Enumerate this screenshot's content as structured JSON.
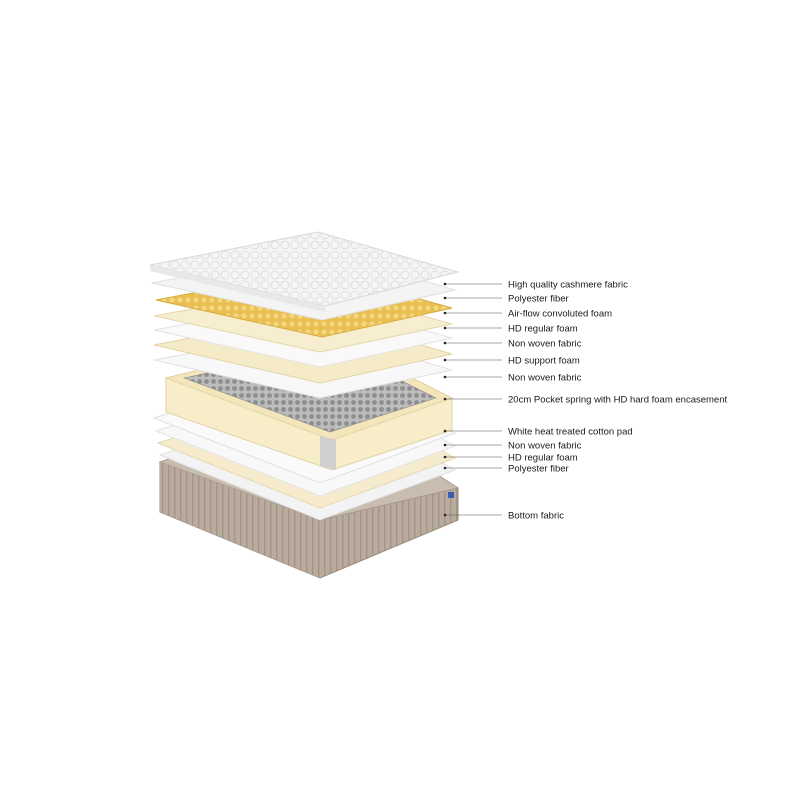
{
  "layers": [
    {
      "label": "High quality cashmere fabric"
    },
    {
      "label": "Polyester fiber"
    },
    {
      "label": "Air-flow convoluted foam"
    },
    {
      "label": "HD regular foam"
    },
    {
      "label": "Non woven fabric"
    },
    {
      "label": "HD support foam"
    },
    {
      "label": "Non woven fabric"
    },
    {
      "label": "20cm Pocket spring with HD hard foam encasement"
    },
    {
      "label": "White heat treated cotton pad"
    },
    {
      "label": "Non woven fabric"
    },
    {
      "label": "HD regular foam"
    },
    {
      "label": "Polyester fiber"
    },
    {
      "label": "Bottom fabric"
    }
  ],
  "colors": {
    "quilted_top": "#f4f4f4",
    "yellow_foam": "#ecc45a",
    "cream_foam": "#f6ecd0",
    "white_sheet": "#f7f7f7",
    "spring_gray": "#9b9b9b",
    "bottom_fabric": "#b8aa9c",
    "label_text": "#1a1a1a"
  }
}
